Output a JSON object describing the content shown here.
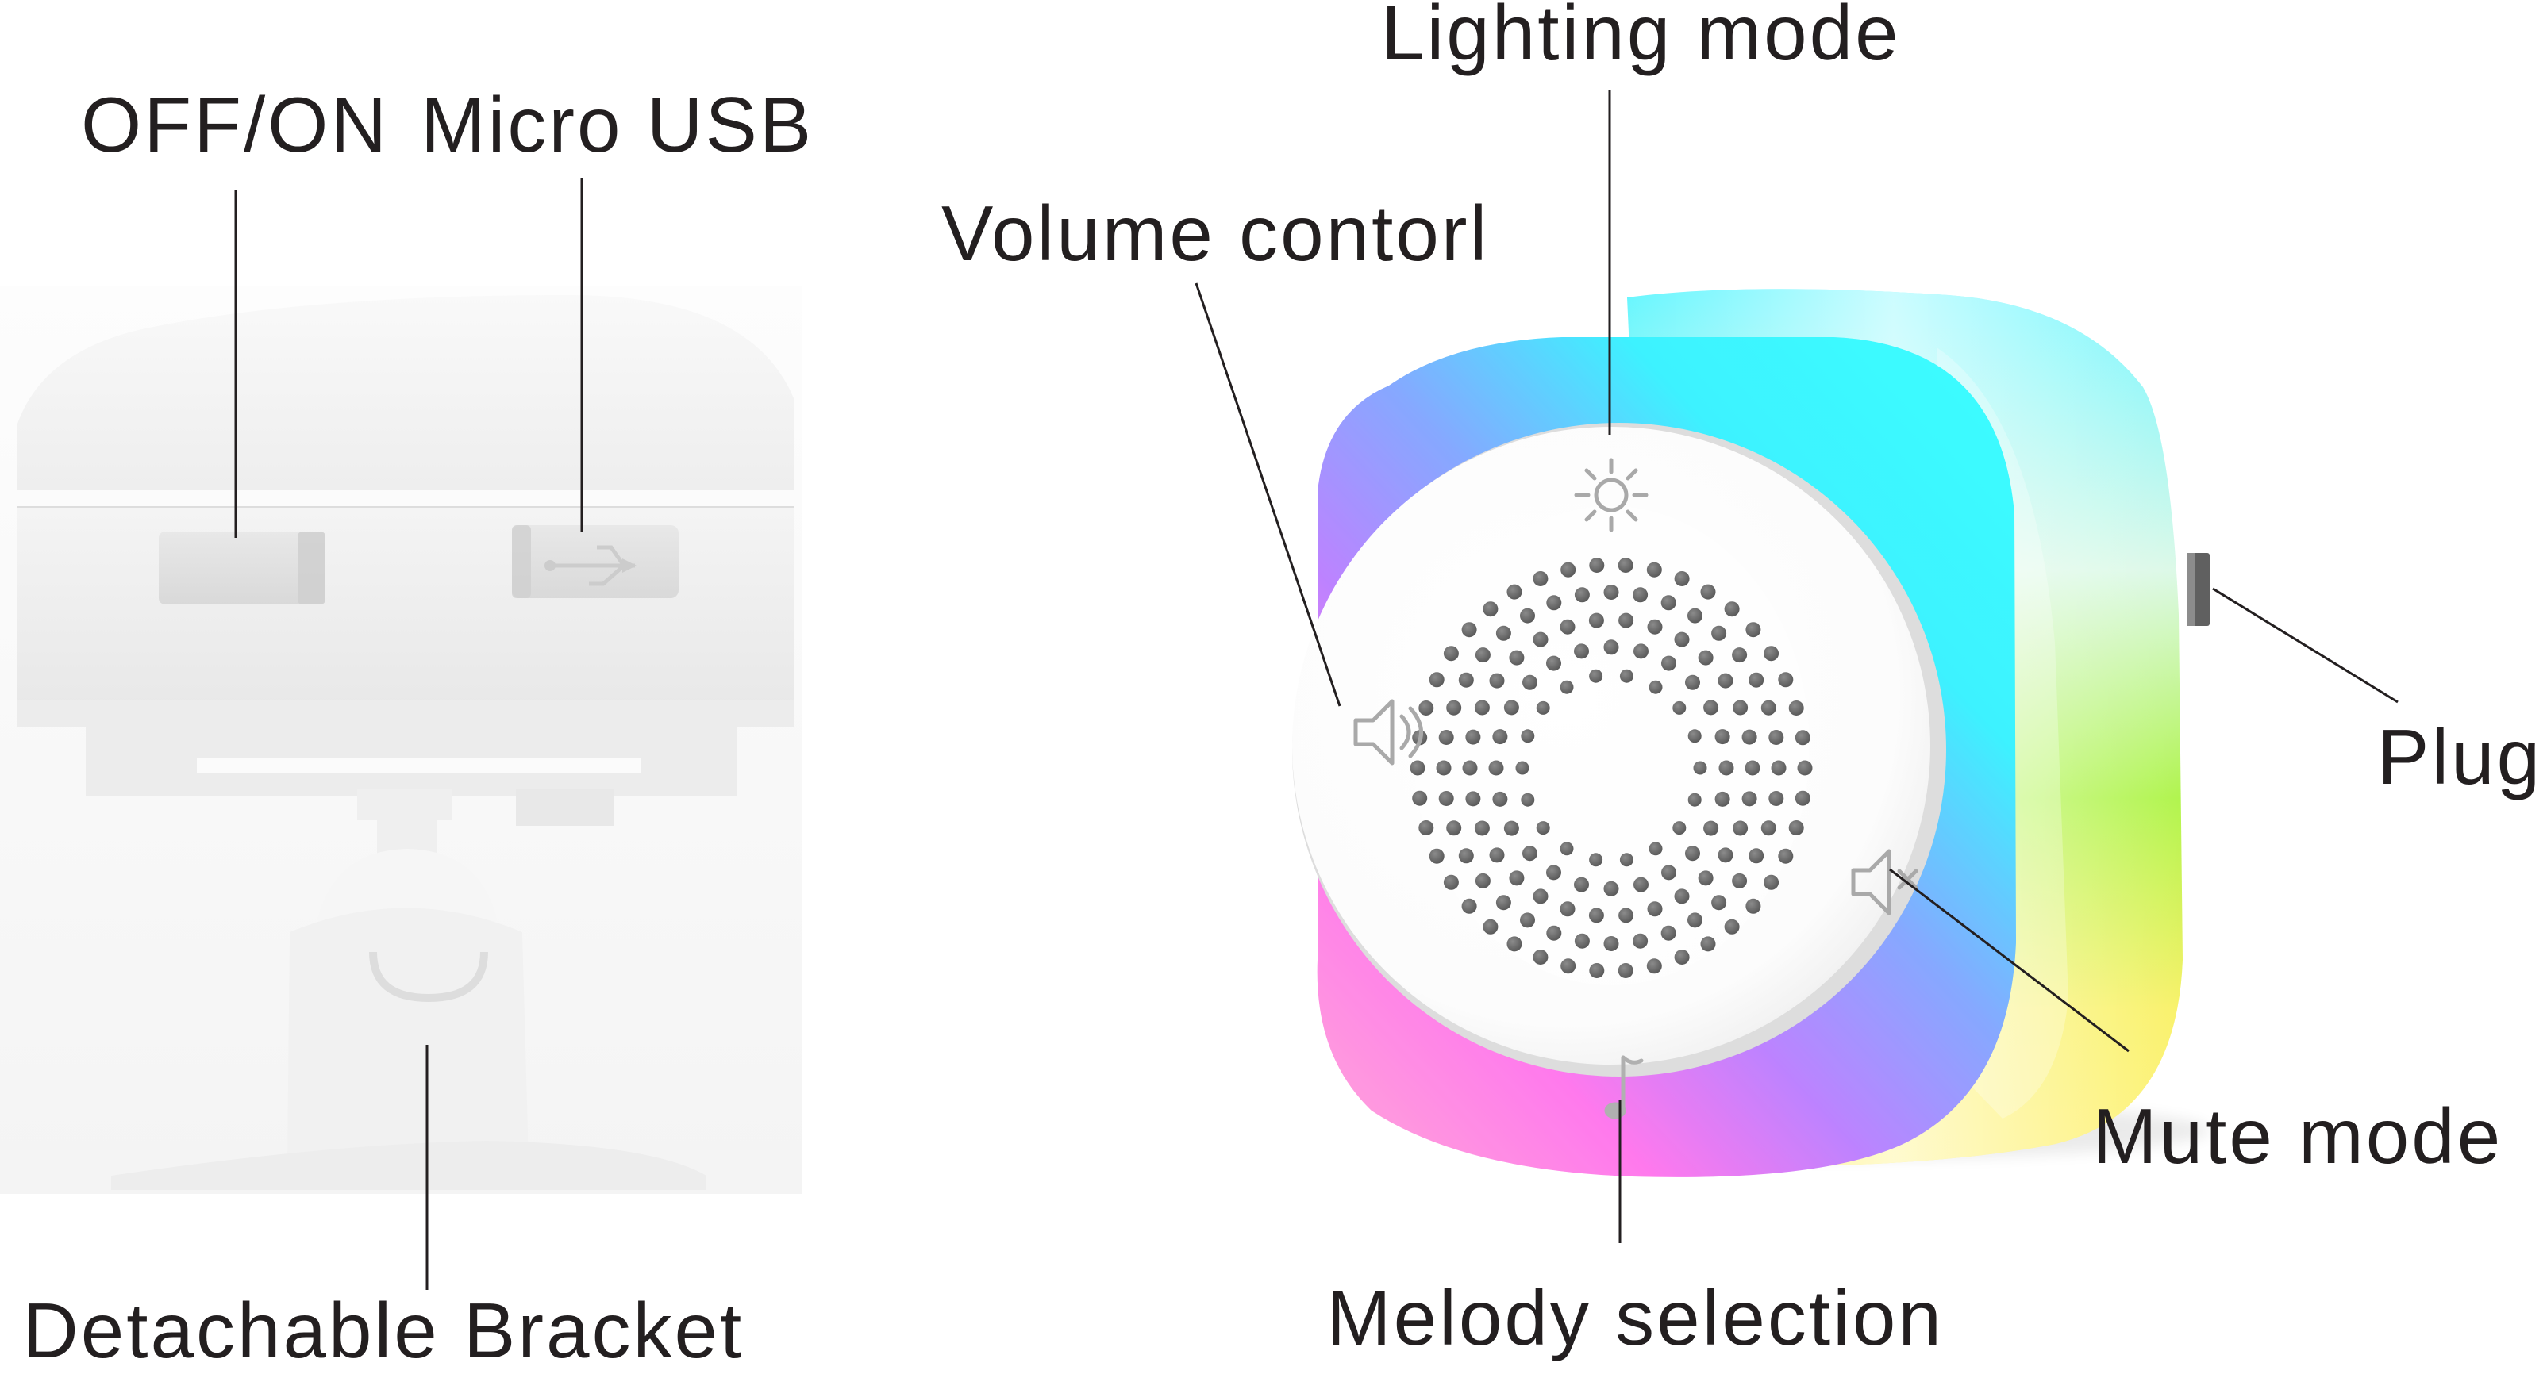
{
  "left_view": {
    "labels": {
      "off_on": "OFF/ON",
      "micro_usb": "Micro USB",
      "bracket": "Detachable Bracket"
    }
  },
  "right_view": {
    "labels": {
      "lighting_mode": "Lighting mode",
      "volume_control": "Volume contorl",
      "plug": "Plug",
      "mute_mode": "Mute mode",
      "melody_selection": "Melody selection"
    }
  },
  "colors": {
    "text": "#231f20",
    "leader_line": "#231f20",
    "device_body": "#f2f2f2",
    "cyan": "#18f5ff",
    "blue": "#6fb4ff",
    "violet": "#a46bff",
    "magenta": "#ff63e8",
    "pink": "#ff8fd9",
    "yellow": "#f7f25e",
    "lime": "#a9f235",
    "face": "#ffffff"
  },
  "icons": [
    "sun-icon",
    "speaker-volume-icon",
    "speaker-mute-icon",
    "music-note-icon"
  ]
}
